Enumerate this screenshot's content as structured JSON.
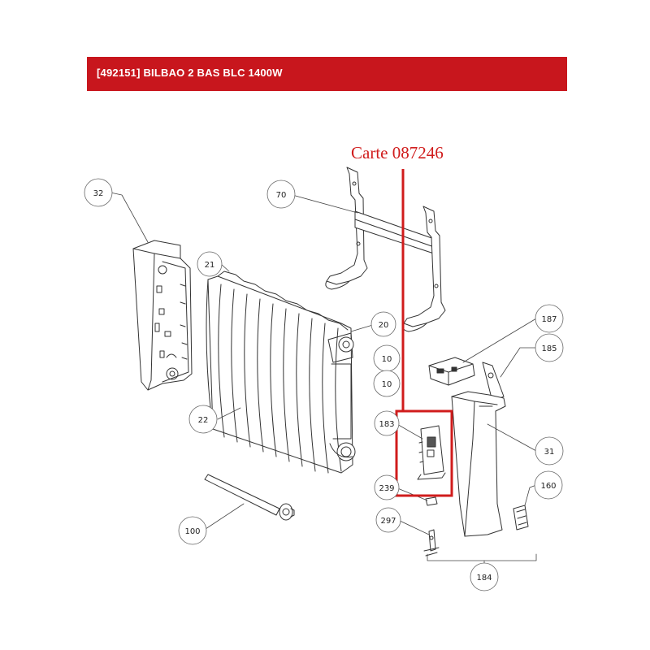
{
  "header": {
    "title": "[492151] BILBAO 2 BAS BLC 1400W",
    "background": "#c8161d",
    "text_color": "#ffffff"
  },
  "annotation": {
    "text": "Carte 087246",
    "color": "#d01c1c"
  },
  "callouts": [
    {
      "id": "c32",
      "label": "32"
    },
    {
      "id": "c70",
      "label": "70"
    },
    {
      "id": "c21",
      "label": "21"
    },
    {
      "id": "c20",
      "label": "20"
    },
    {
      "id": "c187",
      "label": "187"
    },
    {
      "id": "c185",
      "label": "185"
    },
    {
      "id": "c10a",
      "label": "10"
    },
    {
      "id": "c10b",
      "label": "10"
    },
    {
      "id": "c22",
      "label": "22"
    },
    {
      "id": "c183",
      "label": "183"
    },
    {
      "id": "c31",
      "label": "31"
    },
    {
      "id": "c239",
      "label": "239"
    },
    {
      "id": "c160",
      "label": "160"
    },
    {
      "id": "c100",
      "label": "100"
    },
    {
      "id": "c297",
      "label": "297"
    },
    {
      "id": "c184",
      "label": "184"
    }
  ]
}
